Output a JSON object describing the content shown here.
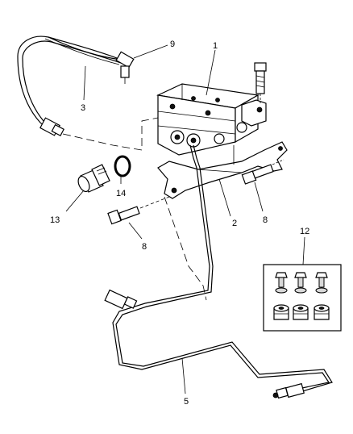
{
  "diagram": {
    "callouts": [
      {
        "id": "c1",
        "label": "1"
      },
      {
        "id": "c2",
        "label": "2"
      },
      {
        "id": "c3",
        "label": "3"
      },
      {
        "id": "c5",
        "label": "5"
      },
      {
        "id": "c8a",
        "label": "8"
      },
      {
        "id": "c8b",
        "label": "8"
      },
      {
        "id": "c9",
        "label": "9"
      },
      {
        "id": "c12",
        "label": "12"
      },
      {
        "id": "c13",
        "label": "13"
      },
      {
        "id": "c14",
        "label": "14"
      }
    ]
  }
}
